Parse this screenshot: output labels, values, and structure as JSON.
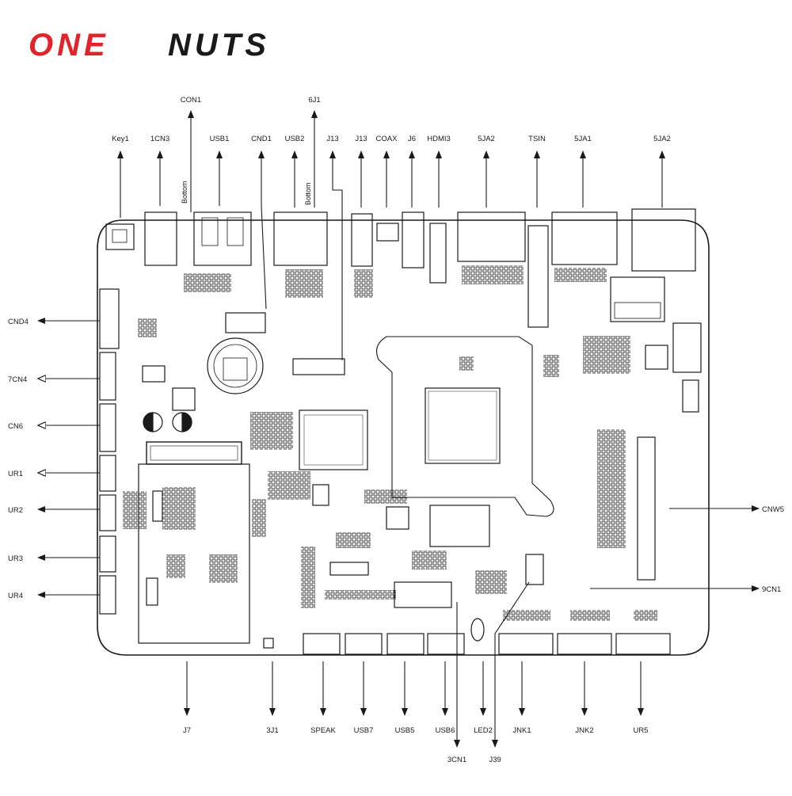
{
  "brand": {
    "logo_text": "ONENUTS",
    "red_part": "ONE",
    "dark_part": "NUTS",
    "red_color": "#e2232a",
    "dark_color": "#1a1a1a"
  },
  "diagram": {
    "line_color": "#1a1a1a",
    "bottom_notes": [
      "Bottom",
      "Bottom"
    ],
    "top_labels": [
      "CON1",
      "6J1",
      "Key1",
      "1CN3",
      "USB1",
      "CND1",
      "USB2",
      "J13",
      "J13",
      "COAX",
      "J6",
      "HDMI3",
      "5JA2",
      "TSIN",
      "5JA1",
      "5JA2"
    ],
    "left_labels": [
      "CND4",
      "7CN4",
      "CN6",
      "UR1",
      "UR2",
      "UR3",
      "UR4"
    ],
    "right_labels": [
      "CNW5",
      "9CN1"
    ],
    "bottom_labels": [
      "J7",
      "3J1",
      "SPEAK",
      "USB7",
      "USB5",
      "USB6",
      "LED2",
      "JNK1",
      "JNK2",
      "UR5",
      "3CN1",
      "J39"
    ]
  }
}
